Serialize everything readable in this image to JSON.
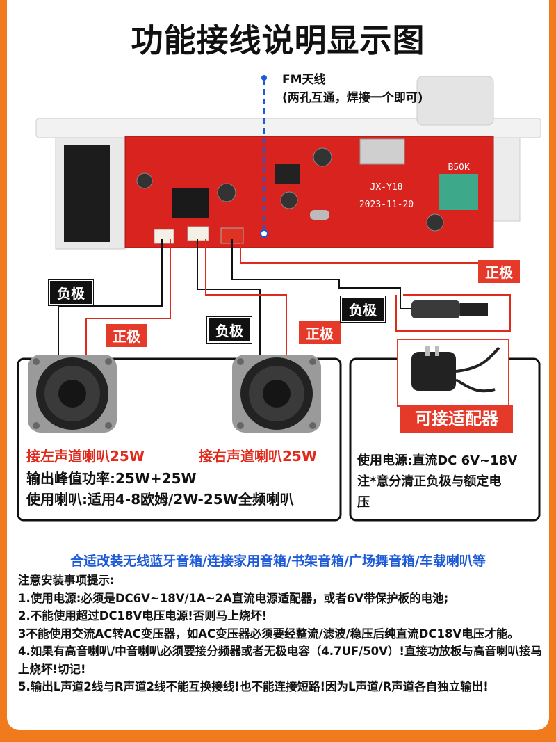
{
  "title": "功能接线说明显示图",
  "fm_antenna": {
    "line1": "FM天线",
    "line2": "(两孔互通，焊接一个即可)"
  },
  "board": {
    "label_model": "JX-Y18",
    "label_date": "2023-11-20",
    "pot_label": "B50K"
  },
  "wire_tags": {
    "left_negative": "负极",
    "left_positive": "正极",
    "right_negative": "负极",
    "right_positive": "正极",
    "power_negative": "负极",
    "power_positive": "正极"
  },
  "speaker_box": {
    "left_channel": "接左声道喇叭25W",
    "right_channel": "接右声道喇叭25W",
    "peak_power": "输出峰值功率:25W+25W",
    "speaker_spec": "使用喇叭:适用4-8欧姆/2W-25W全频喇叭"
  },
  "power_box": {
    "adapter_label": "可接适配器",
    "supply_line1": "使用电源:直流DC 6V~18V",
    "supply_line2": "注*意分清正负极与额定电",
    "supply_line3": "压"
  },
  "usage_title": "合适改装无线蓝牙音箱/连接家用音箱/书架音箱/广场舞音箱/车载喇叭等",
  "notes": {
    "heading": "注意安装事项提示:",
    "items": [
      "1.使用电源:必须是DC6V~18V/1A~2A直流电源适配器，或者6V带保护板的电池;",
      "2.不能使用超过DC18V电压电源!否则马上烧坏!",
      "3不能使用交流AC转AC变压器，如AC变压器必须要经整流/滤波/稳压后纯直流DC18V电压才能。",
      "4.如果有高音喇叭/中音喇叭必须要接分频器或者无极电容（4.7UF/50V）!直接功放板与高音喇叭接马上烧坏!切记!",
      "5.输出L声道2线与R声道2线不能互换接线!也不能连接短路!因为L声道/R声道各自独立输出!"
    ]
  },
  "colors": {
    "background": "#f07a1c",
    "board": "#d8231f",
    "positive_wire": "#e02a1c",
    "accent_blue": "#1d5ad8"
  }
}
